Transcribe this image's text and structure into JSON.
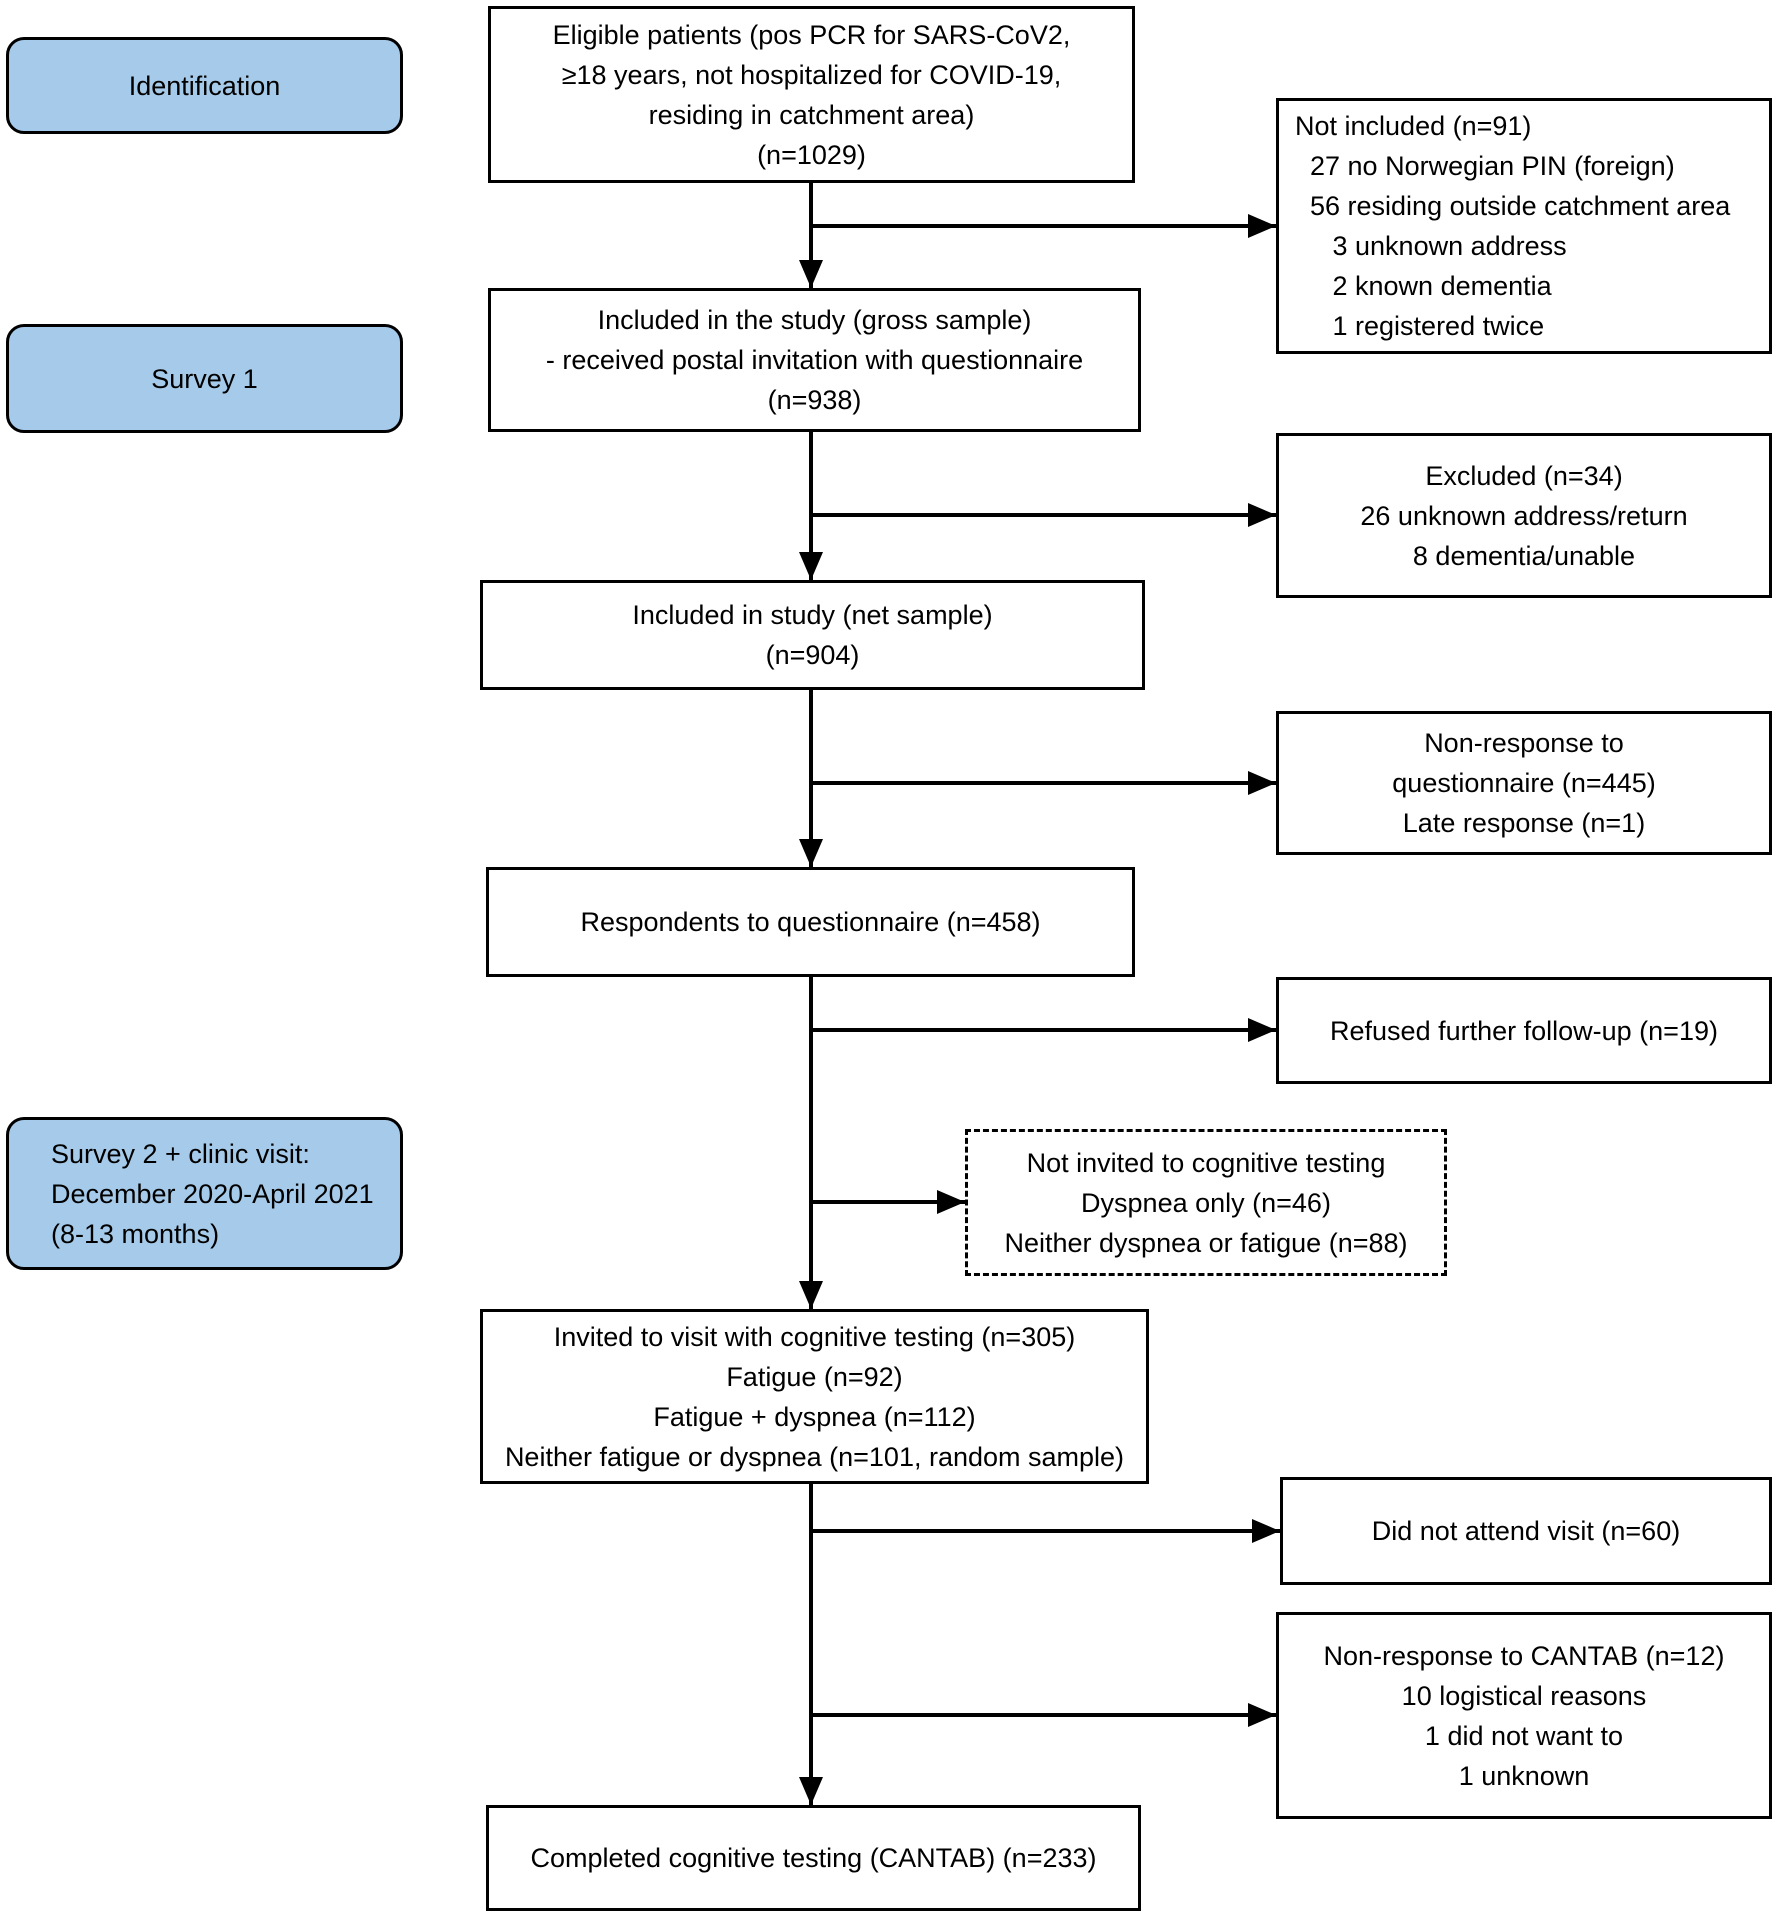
{
  "colors": {
    "stage_fill": "#A6CAE9",
    "line": "#000000",
    "box_fill": "#FFFFFF"
  },
  "stages": {
    "identification": {
      "label": "Identification"
    },
    "survey1": {
      "label": "Survey 1"
    },
    "survey2": {
      "label": "Survey 2 + clinic visit:\nDecember 2020-April 2021\n(8-13 months)"
    }
  },
  "main_flow": {
    "eligible": {
      "text": "Eligible patients (pos PCR for SARS-CoV2,\n≥18 years, not hospitalized for COVID-19,\nresiding in catchment area)\n(n=1029)"
    },
    "gross_sample": {
      "text": "Included in the study (gross sample)\n- received postal invitation with questionnaire\n(n=938)"
    },
    "net_sample": {
      "text": "Included in study (net sample)\n(n=904)"
    },
    "respondents": {
      "text": "Respondents to questionnaire (n=458)"
    },
    "invited": {
      "text": "Invited to visit with cognitive testing (n=305)\nFatigue (n=92)\nFatigue + dyspnea (n=112)\nNeither fatigue or dyspnea (n=101, random sample)"
    },
    "completed": {
      "text": "Completed cognitive testing (CANTAB) (n=233)"
    }
  },
  "exclusions": {
    "not_included": {
      "text": "Not included (n=91)\n  27 no Norwegian PIN (foreign)\n  56 residing outside catchment area\n     3 unknown address\n     2 known dementia\n     1 registered twice"
    },
    "excluded": {
      "text": "Excluded (n=34)\n26 unknown address/return\n8 dementia/unable"
    },
    "non_response": {
      "text": "Non-response to\nquestionnaire (n=445)\nLate response (n=1)"
    },
    "refused": {
      "text": "Refused further follow-up (n=19)"
    },
    "not_invited": {
      "text": "Not invited to cognitive testing\nDyspnea only (n=46)\nNeither dyspnea or fatigue (n=88)"
    },
    "did_not_attend": {
      "text": "Did not attend visit (n=60)"
    },
    "cantab_non_response": {
      "text": "Non-response to CANTAB (n=12)\n10 logistical reasons\n1 did not want to\n1 unknown"
    }
  }
}
